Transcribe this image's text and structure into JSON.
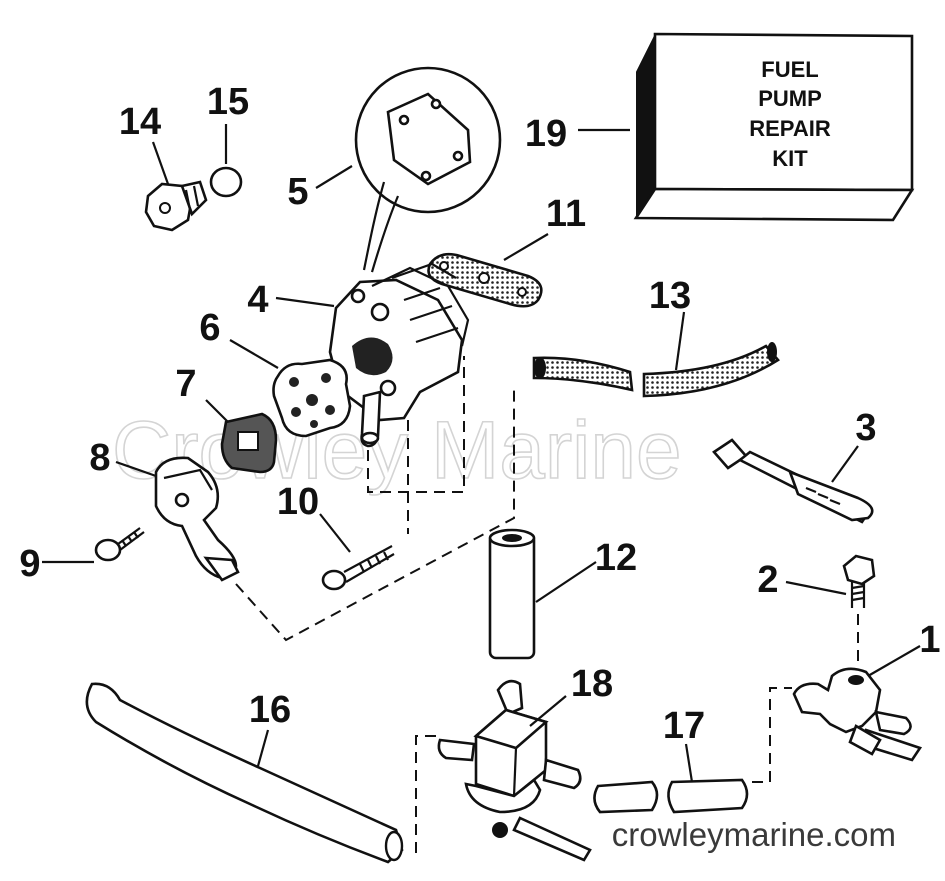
{
  "diagram": {
    "watermark": "Crowley Marine",
    "footer": "crowleymarine.com",
    "kit_label": [
      "FUEL",
      "PUMP",
      "REPAIR",
      "KIT"
    ],
    "callouts": [
      {
        "id": "c1",
        "label": "1"
      },
      {
        "id": "c2",
        "label": "2"
      },
      {
        "id": "c3",
        "label": "3"
      },
      {
        "id": "c4",
        "label": "4"
      },
      {
        "id": "c5",
        "label": "5"
      },
      {
        "id": "c6",
        "label": "6"
      },
      {
        "id": "c7",
        "label": "7"
      },
      {
        "id": "c8",
        "label": "8"
      },
      {
        "id": "c9",
        "label": "9"
      },
      {
        "id": "c10",
        "label": "10"
      },
      {
        "id": "c11",
        "label": "11"
      },
      {
        "id": "c12",
        "label": "12"
      },
      {
        "id": "c13",
        "label": "13"
      },
      {
        "id": "c14",
        "label": "14"
      },
      {
        "id": "c15",
        "label": "15"
      },
      {
        "id": "c16",
        "label": "16"
      },
      {
        "id": "c17",
        "label": "17"
      },
      {
        "id": "c18",
        "label": "18"
      },
      {
        "id": "c19",
        "label": "19"
      }
    ]
  }
}
